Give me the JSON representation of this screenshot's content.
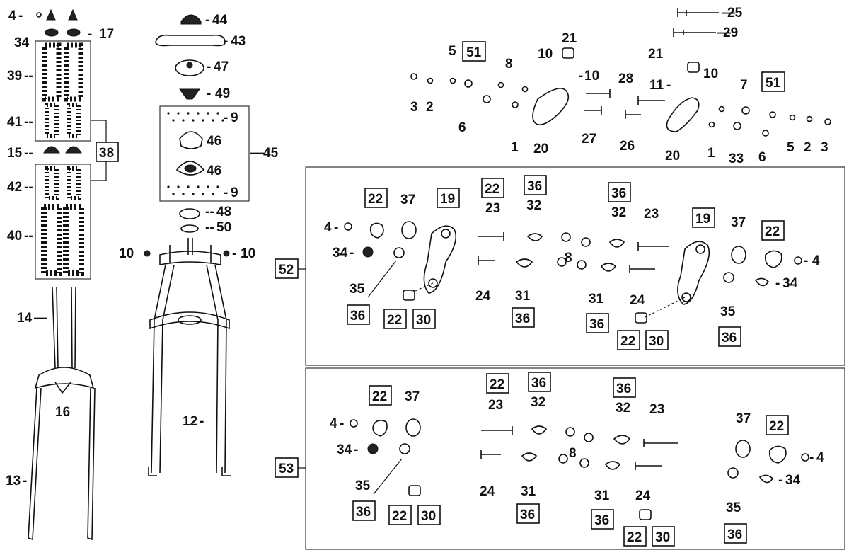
{
  "title": "Front fork exploded parts diagram",
  "colors": {
    "ink": "#111111",
    "paper": "#ffffff"
  },
  "callouts": {
    "c4": "4",
    "c17": "17",
    "c34": "34",
    "c39": "39",
    "c41": "41",
    "c15": "15",
    "c38": "38",
    "c42": "42",
    "c40": "40",
    "c14": "14",
    "c16": "16",
    "c13": "13",
    "c44": "44",
    "c43": "43",
    "c47": "47",
    "c49": "49",
    "c9a": "9",
    "c46a": "46",
    "c46b": "46",
    "c45": "45",
    "c9b": "9",
    "c48": "48",
    "c50": "50",
    "c10a": "10",
    "c10b": "10",
    "c12": "12",
    "t25": "25",
    "t29": "29",
    "t21a": "21",
    "t21b": "21",
    "t5a": "5",
    "t51a": "51",
    "t10a": "10",
    "t8": "8",
    "t10b": "10",
    "t28": "28",
    "t11": "11",
    "t10c": "10",
    "t7": "7",
    "t51b": "51",
    "t3a": "3",
    "t2a": "2",
    "t6a": "6",
    "t1a": "1",
    "t20a": "20",
    "t27": "27",
    "t26": "26",
    "t20b": "20",
    "t1b": "1",
    "t33": "33",
    "t6b": "6",
    "t5b": "5",
    "t2b": "2",
    "t3b": "3",
    "g52": "52",
    "a22a": "22",
    "a37a": "37",
    "a19a": "19",
    "a22b": "22",
    "a36a": "36",
    "a36b": "36",
    "a19b": "19",
    "a37b": "37",
    "a22c": "22",
    "a23a": "23",
    "a32a": "32",
    "a32b": "32",
    "a23b": "23",
    "a4a": "4",
    "a34a": "34",
    "a8": "8",
    "a4b": "4",
    "a34b": "34",
    "a35a": "35",
    "a24a": "24",
    "a31a": "31",
    "a31b": "31",
    "a24b": "24",
    "a35b": "35",
    "a36c": "36",
    "a22d": "22",
    "a30a": "30",
    "a36d": "36",
    "a36e": "36",
    "a22e": "22",
    "a30b": "30",
    "a36f": "36",
    "g53": "53",
    "b22a": "22",
    "b37a": "37",
    "b22b": "22",
    "b36a": "36",
    "b36b": "36",
    "b37b": "37",
    "b22c": "22",
    "b23a": "23",
    "b32a": "32",
    "b32b": "32",
    "b23b": "23",
    "b4a": "4",
    "b34a": "34",
    "b8": "8",
    "b4b": "4",
    "b34b": "34",
    "b35a": "35",
    "b24a": "24",
    "b31a": "31",
    "b31b": "31",
    "b24b": "24",
    "b35b": "35",
    "b36c": "36",
    "b22d": "22",
    "b30a": "30",
    "b36d": "36",
    "b36e": "36",
    "b22e": "22",
    "b30b": "30",
    "b36f": "36"
  }
}
